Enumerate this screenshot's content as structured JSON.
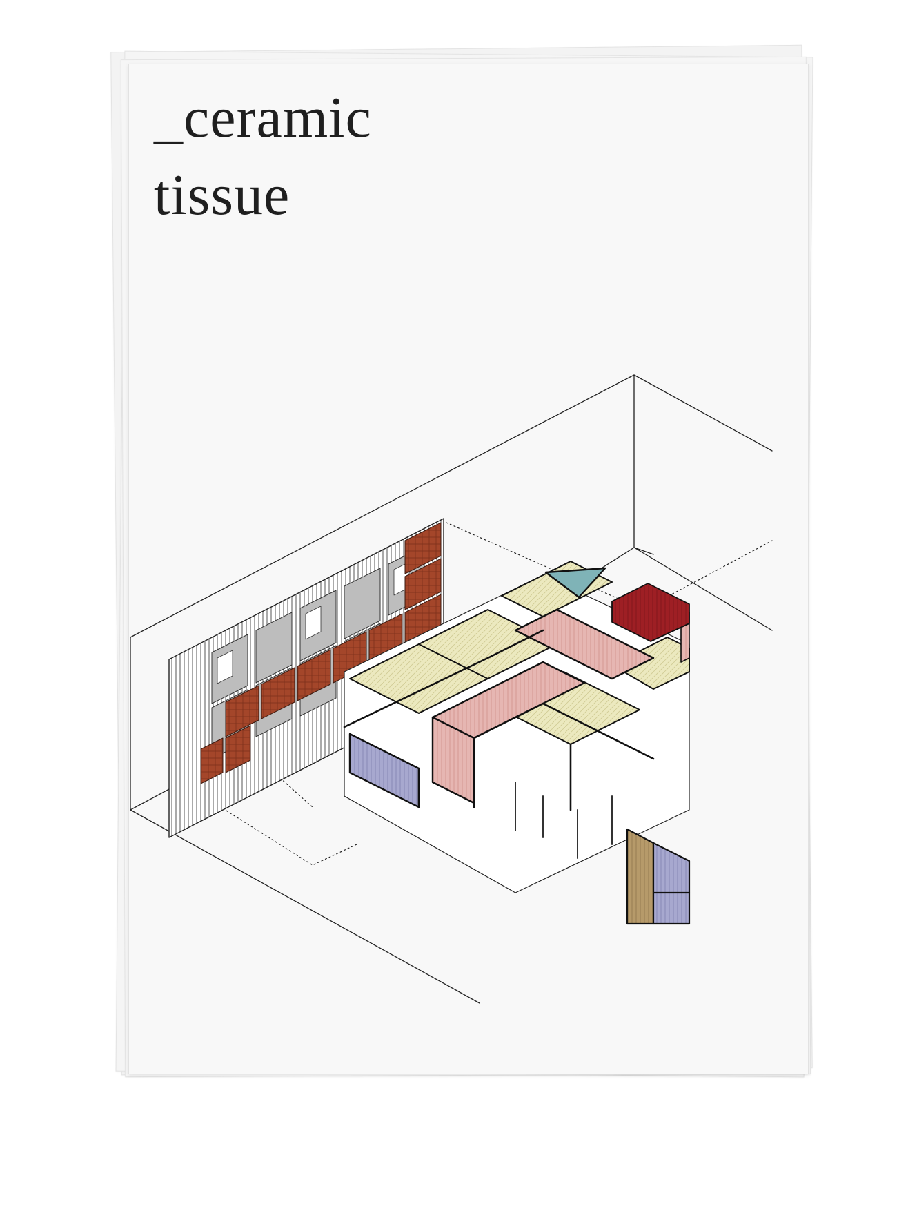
{
  "cover": {
    "title_line_1": "_ceramic",
    "title_line_2": "tissue"
  },
  "colors": {
    "paper": "#f8f8f8",
    "ink": "#1f1f1f",
    "terracotta": "#a4462a",
    "grey_panel": "#9a9a9a",
    "cream": "#ece9bf",
    "pink": "#e6b6b2",
    "lilac": "#a7a8cf",
    "deep_red": "#9e1f24",
    "teal_roof": "#7fb3b7",
    "wood": "#b69a6a"
  },
  "icons": {
    "drawing": "axonometric-building-drawing"
  }
}
